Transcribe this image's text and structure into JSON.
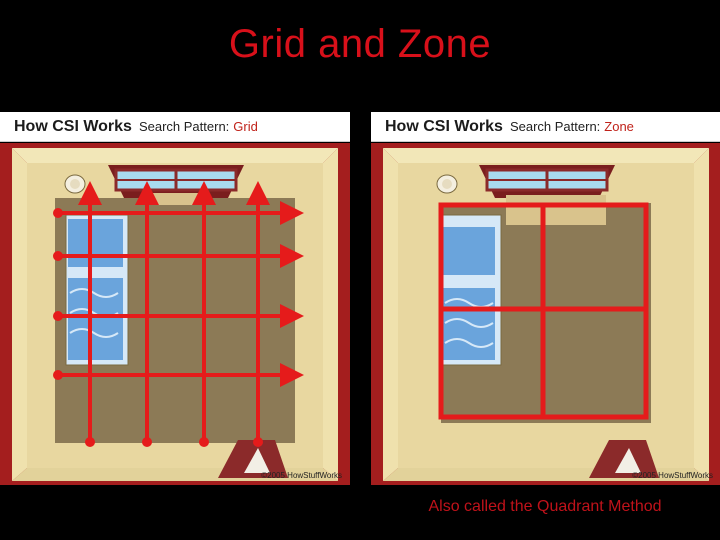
{
  "slide": {
    "title": "Grid and Zone",
    "caption": "Also called the Quadrant Method"
  },
  "panels": [
    {
      "brand": "How CSI Works",
      "subtitle": "Search Pattern:",
      "pattern": "Grid",
      "copyright": "©2005 HowStuffWorks"
    },
    {
      "brand": "How CSI Works",
      "subtitle": "Search Pattern:",
      "pattern": "Zone",
      "copyright": "©2005 HowStuffWorks"
    }
  ],
  "colors": {
    "title": "#d8101a",
    "wall": "#a41e1e",
    "floor": "#e8d7a0",
    "carpet": "#8c7a56",
    "search_lines": "#e51b1b",
    "window": "#a8dcef",
    "bed": "#6aa4dc"
  },
  "icons": [
    "window-icon",
    "bed-icon",
    "lamp-icon",
    "doorway-icon"
  ]
}
